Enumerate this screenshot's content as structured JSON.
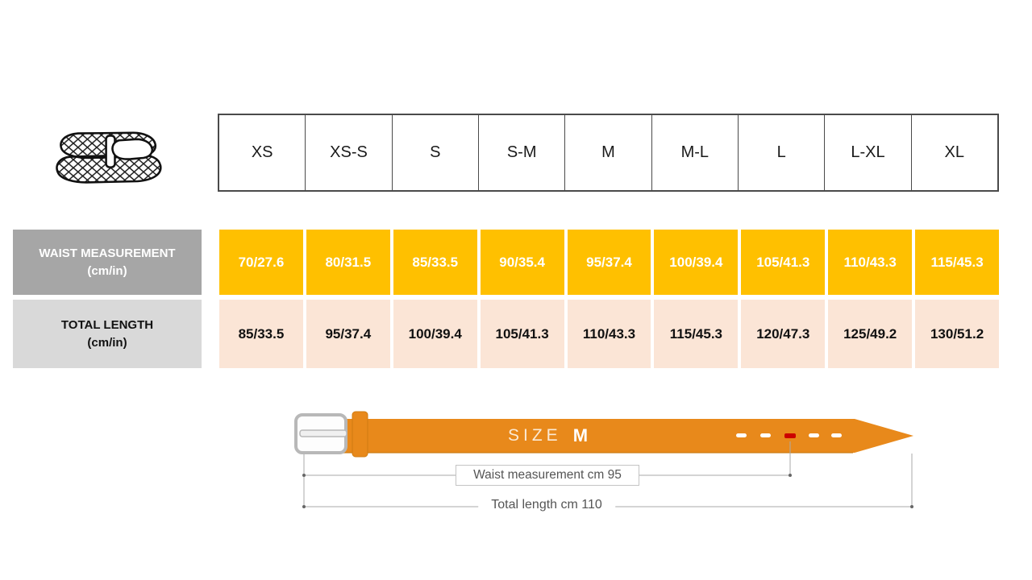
{
  "size_header": {
    "sizes": [
      "XS",
      "XS-S",
      "S",
      "S-M",
      "M",
      "M-L",
      "L",
      "L-XL",
      "XL"
    ]
  },
  "measurement_rows": [
    {
      "id": "waist",
      "label": "WAIST MEASUREMENT",
      "unit": "(cm/in)",
      "values": [
        "70/27.6",
        "80/31.5",
        "85/33.5",
        "90/35.4",
        "95/37.4",
        "100/39.4",
        "105/41.3",
        "110/43.3",
        "115/45.3"
      ]
    },
    {
      "id": "length",
      "label": "TOTAL LENGTH",
      "unit": "(cm/in)",
      "values": [
        "85/33.5",
        "95/37.4",
        "100/39.4",
        "105/41.3",
        "110/43.3",
        "115/45.3",
        "120/47.3",
        "125/49.2",
        "130/51.2"
      ]
    }
  ],
  "belt_diagram": {
    "size_label": "SIZE",
    "size_value": "M",
    "waist_annotation": "Waist measurement cm 95",
    "length_annotation": "Total length cm 110"
  },
  "colors": {
    "waist_row_bg": "#FFC000",
    "length_row_bg": "#FBE5D6",
    "waist_label_bg": "#A6A6A6",
    "length_label_bg": "#D9D9D9",
    "belt_fill": "#E8891B",
    "highlight_hole": "#CC0000"
  },
  "icons": {
    "belt_illustration": "braided-belt-icon",
    "buckle": "belt-buckle-icon"
  }
}
